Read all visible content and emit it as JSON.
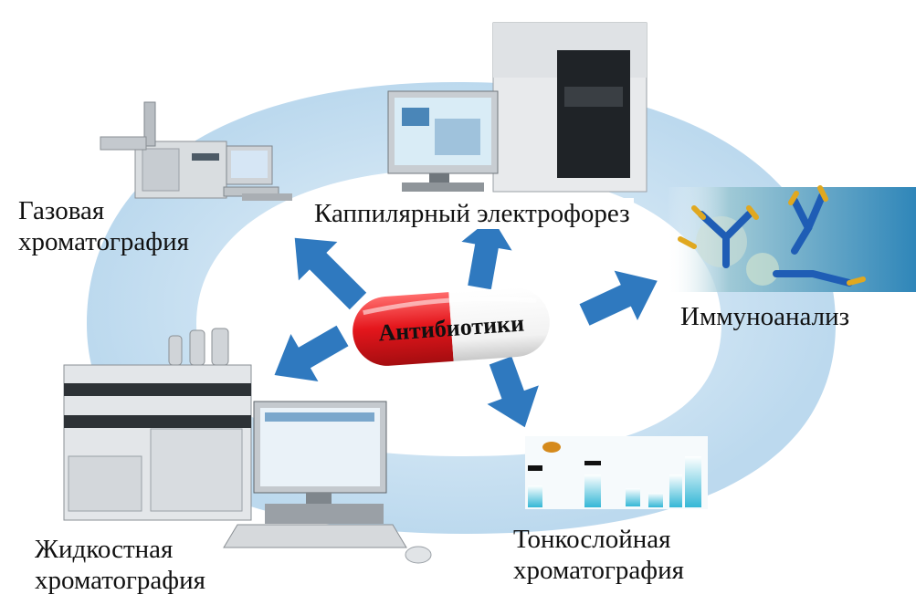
{
  "center": {
    "label": "Антибиотики"
  },
  "methods": {
    "gas": {
      "line1": "Газовая",
      "line2": "хроматография"
    },
    "capillary": {
      "line1": "Каппилярный электрофорез"
    },
    "immuno": {
      "line1": "Иммуноанализ"
    },
    "liquid": {
      "line1": "Жидкостная",
      "line2": "хроматография"
    },
    "tlc": {
      "line1": "Тонкослойная",
      "line2": "хроматография"
    }
  },
  "colors": {
    "ring": "#cfe5f3",
    "arrow": "#2f79bf",
    "capsule_red": "#e4161c",
    "capsule_white": "#ffffff"
  },
  "icons": {
    "gas": "gas-chromatograph-icon",
    "capillary": "capillary-electrophoresis-icon",
    "immuno": "antibody-icon",
    "liquid": "hplc-system-icon",
    "tlc": "tlc-plate-icon"
  }
}
